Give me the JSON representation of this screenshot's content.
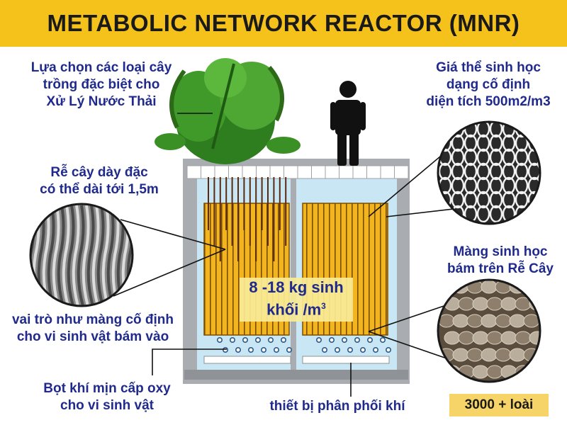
{
  "title": "METABOLIC NETWORK REACTOR (MNR)",
  "labels": {
    "plants": [
      "Lựa chọn các loại cây",
      "trồng đặc biệt cho",
      "Xử Lý Nước Thải"
    ],
    "carrier": [
      "Giá thể sinh học",
      "dạng cố định",
      "diện tích 500m2/m3"
    ],
    "roots": [
      "Rễ cây dày đặc",
      "có thể dài tới 1,5m"
    ],
    "biofilm": [
      "Màng sinh học",
      "bám trên Rễ Cây"
    ],
    "fixed_membrane": [
      "vai trò như màng cố định",
      "cho vi sinh vật bám vào"
    ],
    "bubbles": [
      "Bọt khí mịn cấp oxy",
      "cho vi sinh vật"
    ],
    "diffuser": "thiết bị phân phối khí"
  },
  "biomass": {
    "line1": "8 -18 kg sinh",
    "line2": "khối /m",
    "exp": "3"
  },
  "species": "3000 + loài",
  "colors": {
    "banner": "#f5c21b",
    "label_text": "#1f2a8c",
    "water": "#c9e6f4",
    "module": "#f3b51f",
    "frame": "#a9acb0"
  }
}
